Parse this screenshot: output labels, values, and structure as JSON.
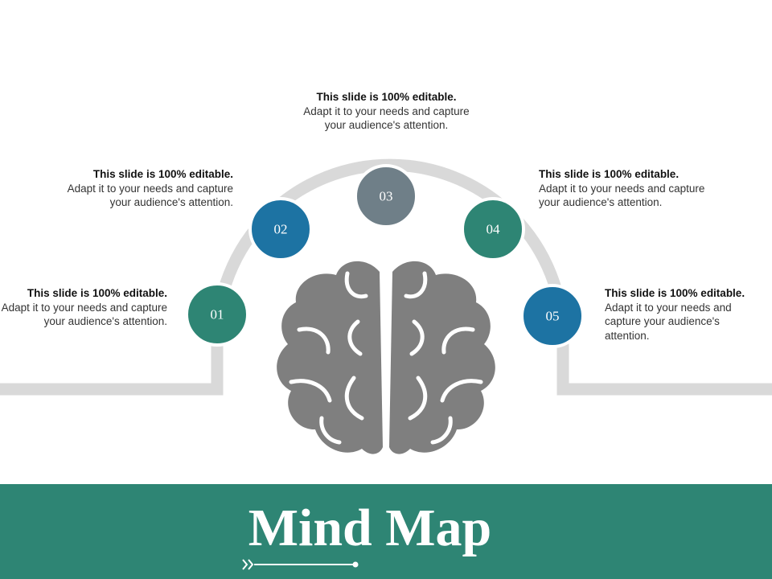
{
  "colors": {
    "track": "#d9d9d9",
    "brain": "#7f7f7f",
    "footer_bg": "#2e8574",
    "node_teal": "#2e8574",
    "node_blue": "#1d73a3",
    "node_gray": "#6f7f88"
  },
  "nodes": [
    {
      "label": "01",
      "color": "#2e8574"
    },
    {
      "label": "02",
      "color": "#1d73a3"
    },
    {
      "label": "03",
      "color": "#6f7f88"
    },
    {
      "label": "04",
      "color": "#2e8574"
    },
    {
      "label": "05",
      "color": "#1d73a3"
    }
  ],
  "callouts": [
    {
      "head": "This slide is 100% editable.",
      "body": "Adapt it to your needs and capture your audience's attention."
    },
    {
      "head": "This slide is 100% editable.",
      "body": "Adapt it to your needs and capture your audience's attention."
    },
    {
      "head": "This slide is 100% editable.",
      "body": "Adapt it to your needs and capture your audience's attention."
    },
    {
      "head": "This slide is 100% editable.",
      "body": "Adapt it to your needs and capture your audience's attention."
    },
    {
      "head": "This slide is 100% editable.",
      "body": "Adapt it to your needs and capture your audience's attention."
    }
  ],
  "title": "Mind Map",
  "icons": {
    "center": "brain-icon",
    "title_decoration": "double-chevron-arrow-icon"
  }
}
